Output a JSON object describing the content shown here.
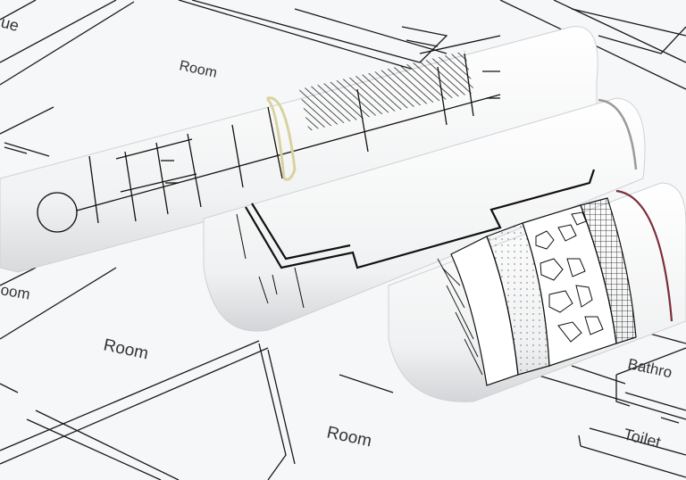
{
  "scene": {
    "description_hidden": "",
    "labels": {
      "room_top": "Room",
      "room_left_partial": "oom",
      "room_middle_left": "Room",
      "room_bottom": "Room",
      "bathroom_partial": "Bathro",
      "toilet": "Toilet",
      "top_left_partial": "ue"
    },
    "colors": {
      "paper": "#ffffff",
      "background_sheet": "#f6f7f8",
      "line": "#111111",
      "rubber_band_yellow": "#d9d2a0",
      "rubber_band_grey": "#9a9a9a",
      "rubber_band_red": "#7a2e3a"
    }
  }
}
